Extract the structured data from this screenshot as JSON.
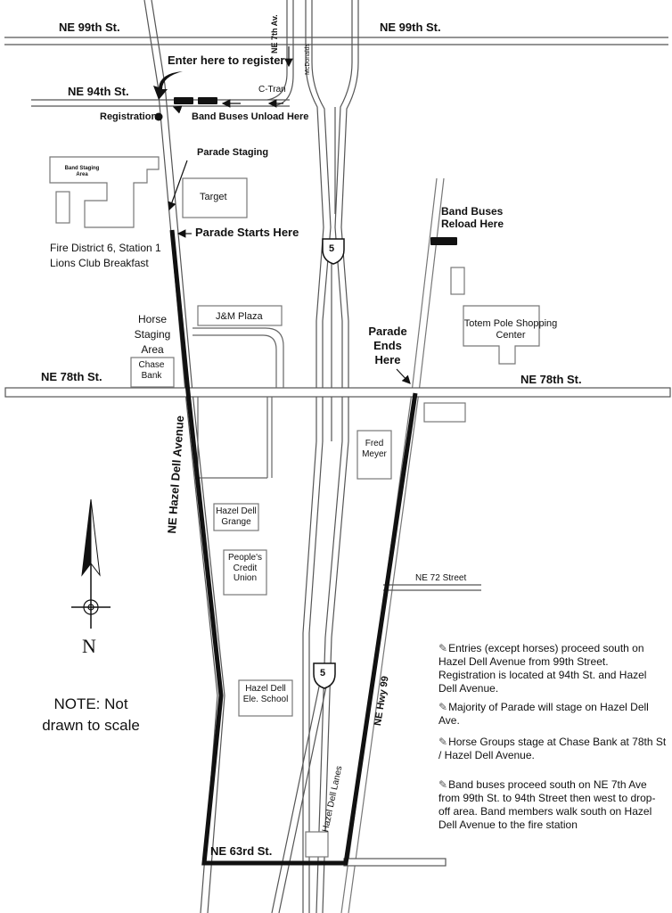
{
  "streets": {
    "ne_99th_left": "NE 99th St.",
    "ne_99th_right": "NE 99th St.",
    "ne_94th": "NE 94th St.",
    "ne_7th_ave": "NE 7th Av.",
    "ne_78th_left": "NE 78th St.",
    "ne_78th_right": "NE 78th St.",
    "ne_72": "NE 72 Street",
    "ne_63rd": "NE 63rd St.",
    "hazel_dell_ave": "NE Hazel Dell Avenue",
    "hwy_99": "NE Hwy 99",
    "hazel_dell_lanes": "Hazel Dell Lanes",
    "i5_shield": "5"
  },
  "labels": {
    "mcdonalds": "McDonalds",
    "ctran": "C-Tran",
    "enter_register": "Enter here to register",
    "registration": "Registration",
    "band_buses_unload": "Band Buses Unload Here",
    "parade_staging": "Parade Staging",
    "band_staging_area": "Band Staging Area",
    "target": "Target",
    "parade_starts": "Parade Starts Here",
    "fire_district": "Fire District 6, Station 1",
    "lions_club": "Lions Club Breakfast",
    "band_buses_reload": "Band Buses Reload Here",
    "jm_plaza": "J&M Plaza",
    "horse_staging": "Horse Staging Area",
    "chase_bank": "Chase Bank",
    "parade_ends": "Parade Ends Here",
    "totem_pole": "Totem Pole Shopping Center",
    "fred_meyer": "Fred Meyer",
    "hazel_dell_grange": "Hazel Dell Grange",
    "peoples_credit_union": "People's Credit Union",
    "hazel_dell_school": "Hazel Dell Ele. School",
    "north": "N"
  },
  "scale_note": "NOTE: Not drawn to scale",
  "notes": [
    "Entries (except horses) proceed south on Hazel Dell Avenue from 99th Street. Registration is located at 94th St. and Hazel Dell Avenue.",
    "Majority of Parade will stage on Hazel Dell Ave.",
    "Horse Groups stage at Chase Bank at 78th St / Hazel Dell Avenue.",
    "Band buses proceed south on NE 7th Ave from 99th St. to 94th Street then west to drop-off area. Band members walk south on Hazel Dell Avenue to the fire station"
  ],
  "icons": {
    "note_bullet": "pencil-icon",
    "north_arrow": "north-arrow-icon",
    "bus": "bus-icon",
    "registration_marker": "dot-marker-icon",
    "interstate_shield": "interstate-shield-icon"
  },
  "colors": {
    "road_outline": "#555555",
    "parade_route": "#111111",
    "building_outline": "#777777"
  }
}
